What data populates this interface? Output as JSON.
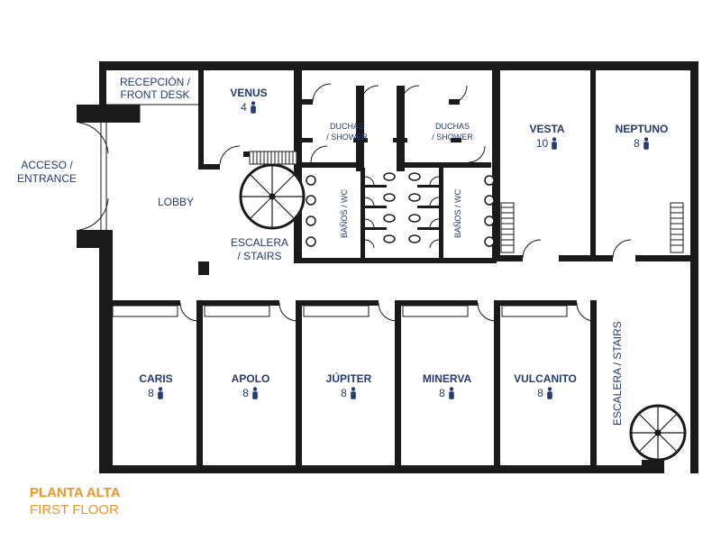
{
  "labels": {
    "reception": "RECEPCIÓN / FRONT DESK",
    "entrance_1": "ACCESO /",
    "entrance_2": "ENTRANCE",
    "lobby": "LOBBY",
    "stairs_1": "ESCALERA",
    "stairs_2": "/ STAIRS",
    "shower_1": "DUCHAS",
    "shower_2": "/ SHOWER",
    "wc": "BAÑOS / WC",
    "east_stairs": "ESCALERA / STAIRS"
  },
  "rooms": [
    {
      "name": "VENUS",
      "capacity": "4"
    },
    {
      "name": "VESTA",
      "capacity": "10"
    },
    {
      "name": "NEPTUNO",
      "capacity": "8"
    },
    {
      "name": "CARIS",
      "capacity": "8"
    },
    {
      "name": "APOLO",
      "capacity": "8"
    },
    {
      "name": "JÚPITER",
      "capacity": "8"
    },
    {
      "name": "MINERVA",
      "capacity": "8"
    },
    {
      "name": "VULCANITO",
      "capacity": "8"
    }
  ],
  "footer": {
    "title": "PLANTA ALTA",
    "subtitle": "FIRST FLOOR"
  },
  "colors": {
    "wall": "#1a1a1a",
    "label": "#243a73",
    "accent": "#f39221"
  },
  "icons": {
    "person": "person-icon",
    "spiral_stairs": "spiral-stairs-icon"
  }
}
